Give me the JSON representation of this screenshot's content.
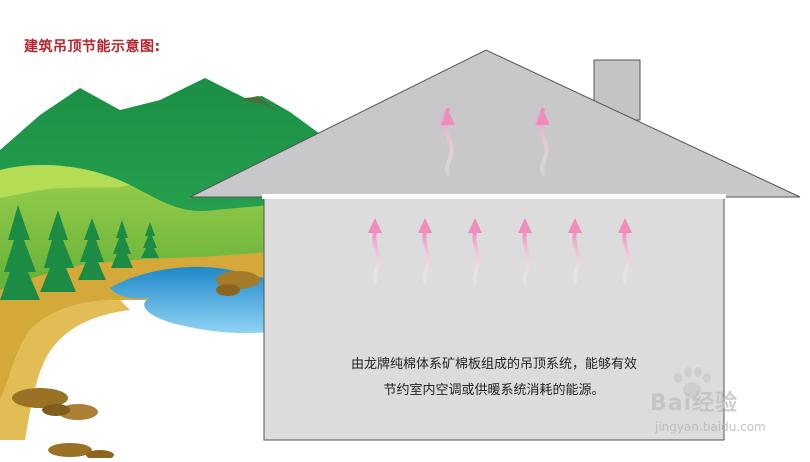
{
  "diagram": {
    "title": "建筑吊顶节能示意图:",
    "caption_line1": "由龙牌纯棉体系矿棉板组成的吊顶系统，能够有效",
    "caption_line2": "节约室内空调或供暖系统消耗的能源。"
  },
  "watermark": {
    "brand": "Bai经验",
    "url": "jingyan.baidu.com"
  },
  "colors": {
    "title": "#b3262e",
    "roof": "#c8c8ca",
    "wall": "#dcdcdd",
    "mountain_dark": "#1f9a4a",
    "hill_light": "#7fc241",
    "river": "#3aa3d8",
    "sand": "#d4a93a",
    "arrow": "#f2a7c8",
    "tree": "#1c8c44"
  }
}
